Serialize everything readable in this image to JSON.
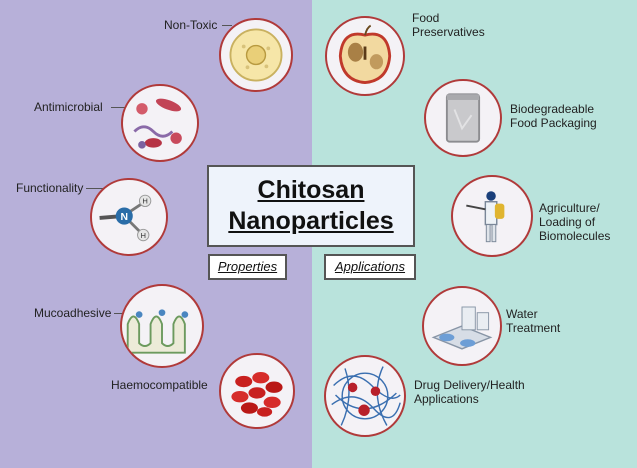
{
  "title": {
    "line1": "Chitosan",
    "line2": "Nanoparticles"
  },
  "tabs": {
    "left": "Properties",
    "right": "Applications"
  },
  "properties": [
    {
      "label": "Non-Toxic",
      "icon": "cell-icon"
    },
    {
      "label": "Antimicrobial",
      "icon": "microbes-icon"
    },
    {
      "label": "Functionality",
      "icon": "amine-molecule-icon"
    },
    {
      "label": "Mucoadhesive",
      "icon": "mucosa-icon"
    },
    {
      "label": "Haemocompatible",
      "icon": "blood-cells-icon"
    }
  ],
  "applications": [
    {
      "label_line1": "Food",
      "label_line2": "Preservatives",
      "icon": "rotten-apple-icon"
    },
    {
      "label_line1": "Biodegradeable",
      "label_line2": "Food Packaging",
      "icon": "package-bag-icon"
    },
    {
      "label_line1": "Agriculture/",
      "label_line2": "Loading of",
      "label_line3": "Biomolecules",
      "icon": "sprayer-person-icon"
    },
    {
      "label_line1": "Water",
      "label_line2": "Treatment",
      "icon": "water-treatment-icon"
    },
    {
      "label_line1": "Drug Delivery/Health",
      "label_line2": "Applications",
      "icon": "nanoparticle-network-icon"
    }
  ],
  "molecule": {
    "center": "N",
    "h1": "H",
    "h2": "H"
  },
  "colors": {
    "left_bg": "#b7b0d9",
    "right_bg": "#b9e3dc",
    "circle_border": "#b03a3a"
  }
}
